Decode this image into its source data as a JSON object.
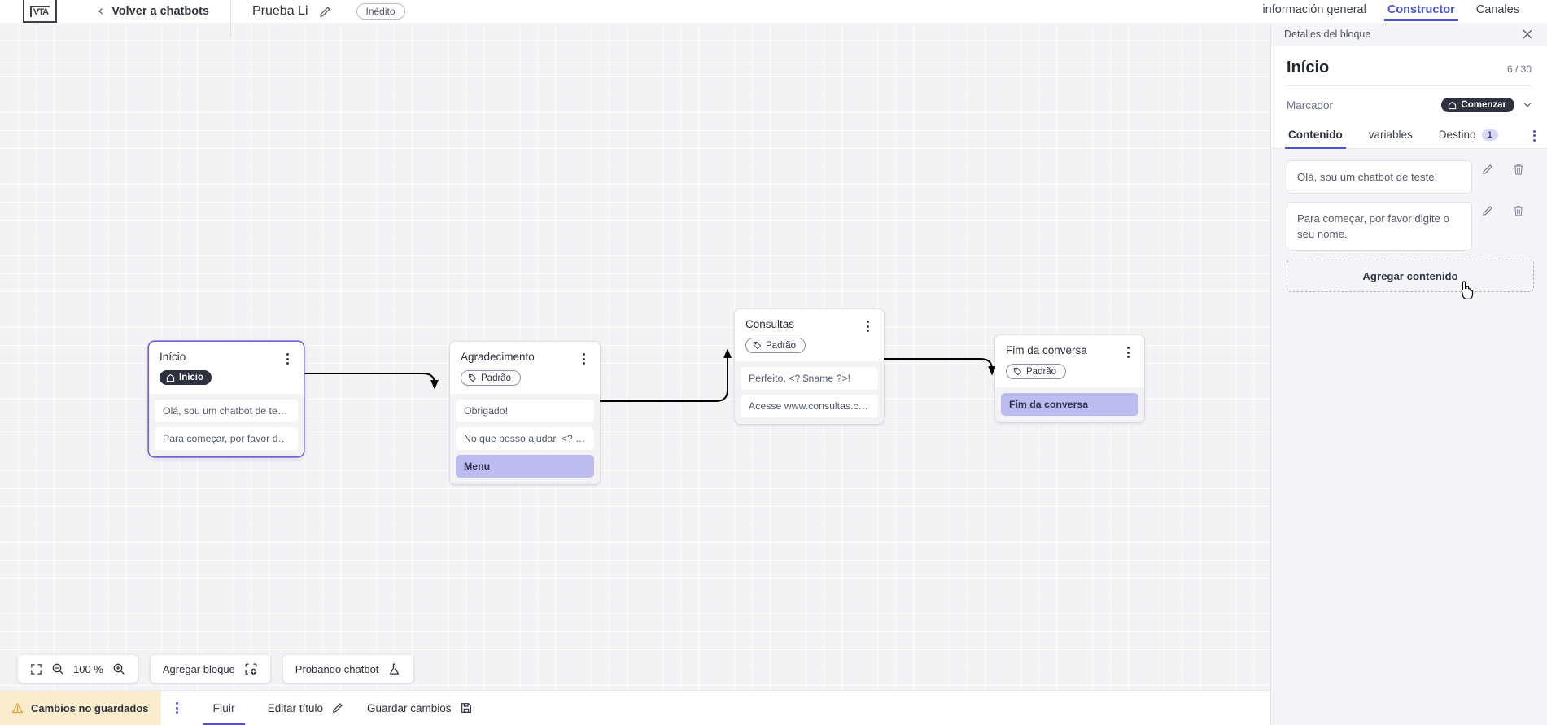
{
  "header": {
    "logo_name": "vtex-logo",
    "back_label": "Volver a chatbots",
    "doc_title": "Prueba Li",
    "status_badge": "Inédito",
    "tabs": [
      {
        "label": "información general",
        "active": false
      },
      {
        "label": "Constructor",
        "active": true
      },
      {
        "label": "Canales",
        "active": false
      }
    ]
  },
  "canvas": {
    "zoom_level": "100 %",
    "toolbar": {
      "fit_icon": "fit-screen-icon",
      "zoom_out_icon": "zoom-out-icon",
      "zoom_in_icon": "zoom-in-icon",
      "add_block_label": "Agregar bloque",
      "add_block_icon": "add-block-icon",
      "test_chatbot_label": "Probando chatbot",
      "test_chatbot_icon": "flask-icon"
    },
    "nodes": [
      {
        "id": "inicio",
        "title": "Início",
        "tag": {
          "label": "Início",
          "style": "dark",
          "icon": "home-icon"
        },
        "selected": true,
        "messages": [
          {
            "text": "Olá, sou um chatbot de teste!",
            "highlight": false
          },
          {
            "text": "Para começar, por favor digite o ...",
            "highlight": false
          }
        ]
      },
      {
        "id": "agradecimento",
        "title": "Agradecimento",
        "tag": {
          "label": "Padrão",
          "style": "outline",
          "icon": "tag-icon"
        },
        "selected": false,
        "messages": [
          {
            "text": "Obrigado!",
            "highlight": false
          },
          {
            "text": "No que posso ajudar, <? $name ...",
            "highlight": false
          },
          {
            "text": "Menu",
            "highlight": true
          }
        ]
      },
      {
        "id": "consultas",
        "title": "Consultas",
        "tag": {
          "label": "Padrão",
          "style": "outline",
          "icon": "tag-icon"
        },
        "selected": false,
        "messages": [
          {
            "text": "Perfeito, <? $name ?>!",
            "highlight": false
          },
          {
            "text": "Acesse www.consultas.com par...",
            "highlight": false
          }
        ]
      },
      {
        "id": "fim",
        "title": "Fim da conversa",
        "tag": {
          "label": "Padrão",
          "style": "outline",
          "icon": "tag-icon"
        },
        "selected": false,
        "messages": [
          {
            "text": "Fim da conversa",
            "highlight": true
          }
        ]
      }
    ]
  },
  "bottombar": {
    "unsaved_label": "Cambios no guardados",
    "warning_icon": "warning-triangle-icon",
    "kebab_icon": "kebab-menu-icon",
    "flow_tab": "Fluir",
    "edit_title_label": "Editar título",
    "edit_title_icon": "pencil-icon",
    "save_label": "Guardar cambios",
    "save_icon": "save-disk-icon"
  },
  "panel": {
    "head_title": "Detalles del bloque",
    "close_icon": "close-icon",
    "block_title": "Início",
    "char_count": "6 / 30",
    "marcador_label": "Marcador",
    "marcador_value": "Comenzar",
    "marcador_icon": "home-icon",
    "marcador_chevron": "chevron-down-icon",
    "tabs": [
      {
        "label": "Contenido",
        "active": true,
        "count": null
      },
      {
        "label": "variables",
        "active": false,
        "count": null
      },
      {
        "label": "Destino",
        "active": false,
        "count": "1"
      }
    ],
    "tabs_kebab_icon": "kebab-menu-icon",
    "contents": [
      {
        "text": "Olá, sou um chatbot de teste!",
        "edit_icon": "pencil-icon",
        "delete_icon": "trash-icon"
      },
      {
        "text": "Para começar, por favor digite o seu nome.",
        "edit_icon": "pencil-icon",
        "delete_icon": "trash-icon"
      }
    ],
    "add_content_label": "Agregar contenido"
  },
  "colors": {
    "accent": "#4a53d6",
    "highlight": "#bcbcf0",
    "warning_bg": "#fbeccd",
    "canvas_bg": "#f3f3f6",
    "dark_tag": "#2e3140"
  }
}
